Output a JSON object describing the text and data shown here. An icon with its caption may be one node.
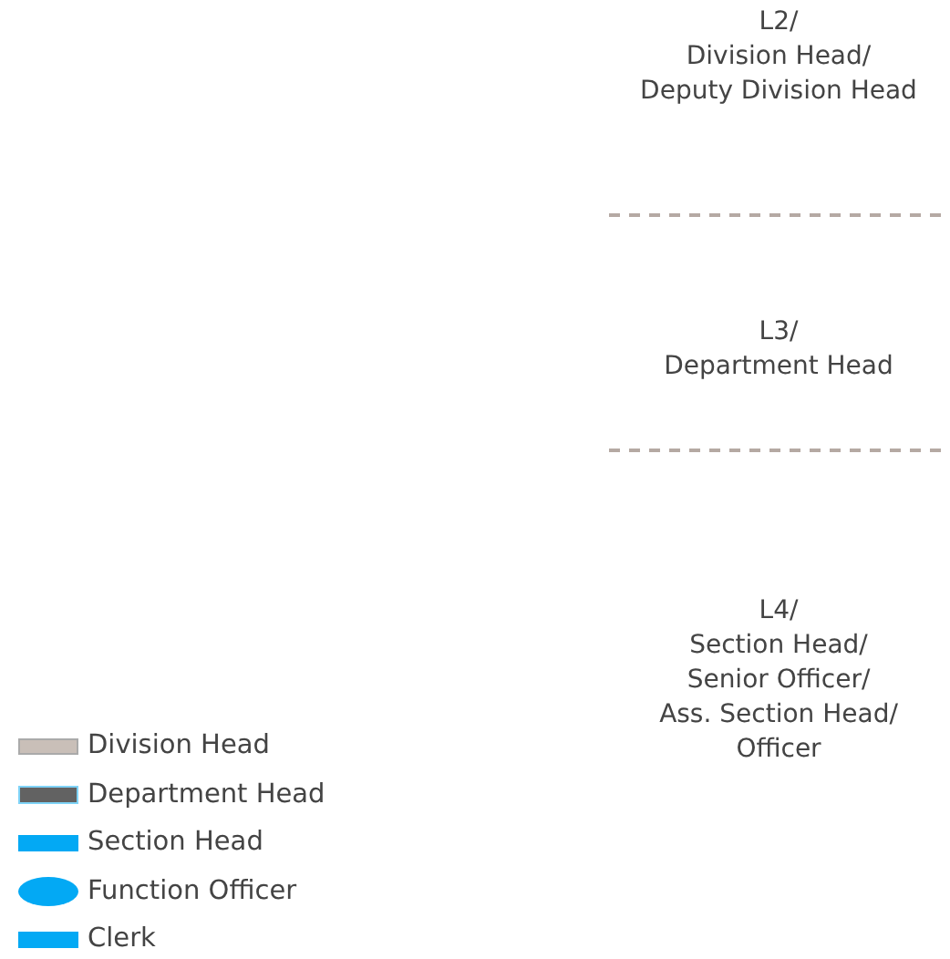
{
  "diagram": {
    "labels": [
      "L2/ Division Head/ Deputy Division Head",
      "L3/ Department Head",
      "L4/ Section Head/ Senior Officer/ Ass. Section Head/ Officer"
    ],
    "legend": [
      {
        "text": "Division Head",
        "color": "#c9bfb8"
      },
      {
        "text": "Department Head",
        "color": "#626262"
      },
      {
        "text": "Section Head",
        "color": "#03a9f4"
      },
      {
        "text": "Function Officer",
        "color": "#03a9f4"
      },
      {
        "text": "Clerk",
        "color": "#03a9f4"
      }
    ]
  }
}
